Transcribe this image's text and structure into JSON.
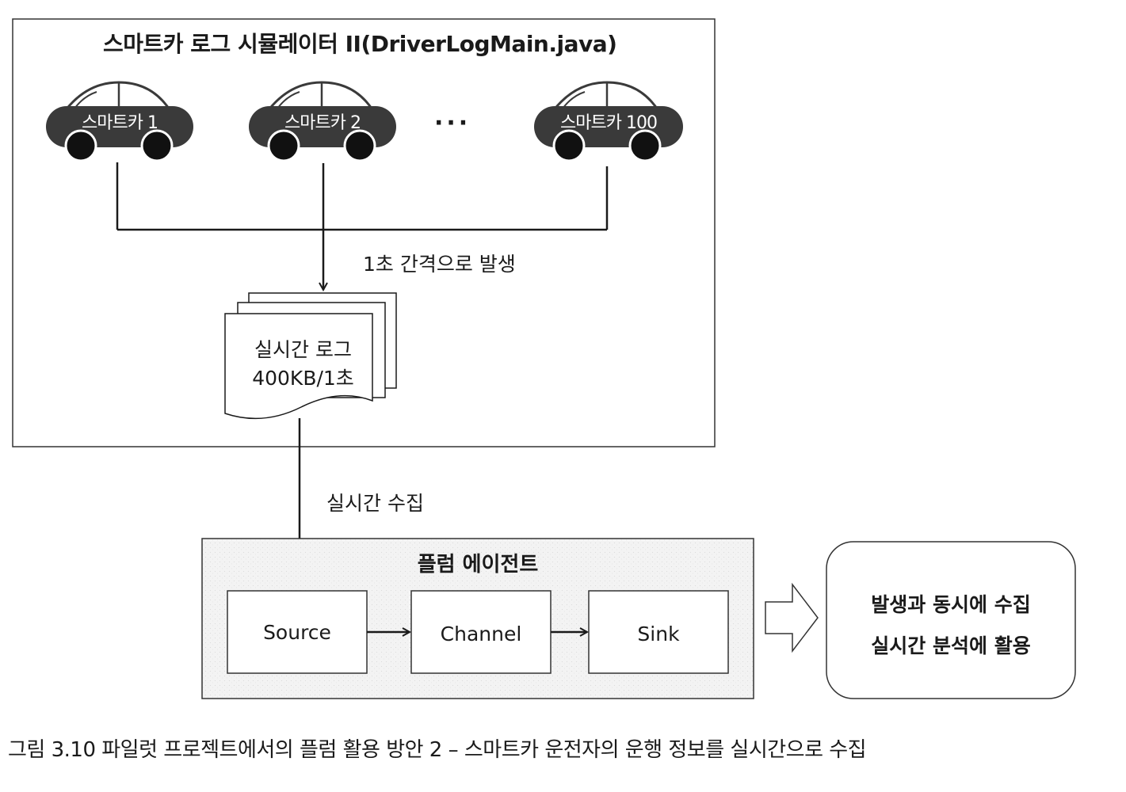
{
  "simulator": {
    "title": "스마트카 로그 시뮬레이터 II(DriverLogMain.java)",
    "cars": [
      {
        "label": "스마트카 1"
      },
      {
        "label": "스마트카 2"
      },
      {
        "label": "스마트카 100"
      }
    ],
    "ellipsis": "···",
    "interval_label": "1초 간격으로 발생",
    "log": {
      "line1": "실시간 로그",
      "line2": "400KB/1초"
    }
  },
  "collect_label": "실시간 수집",
  "flume_agent": {
    "title": "플럼 에이전트",
    "components": [
      {
        "label": "Source"
      },
      {
        "label": "Channel"
      },
      {
        "label": "Sink"
      }
    ]
  },
  "result": {
    "line1": "발생과 동시에 수집",
    "line2": "실시간 분석에 활용"
  },
  "caption": "그림 3.10 파일럿 프로젝트에서의 플럼 활용 방안 2 – 스마트카 운전자의 운행 정보를 실시간으로 수집",
  "colors": {
    "line": "#1a1a1a",
    "car_body": "#3a3a3a",
    "agent_fill": "#f2f2f2",
    "background": "#ffffff"
  }
}
